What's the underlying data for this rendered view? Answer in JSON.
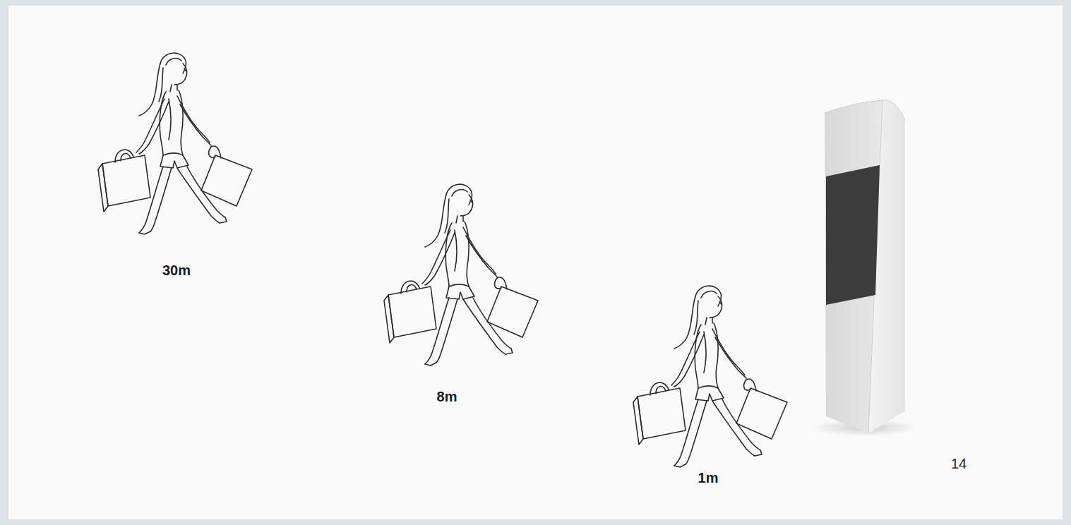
{
  "diagram": {
    "labels": [
      "30m",
      "8m",
      "1m",
      "14"
    ]
  }
}
